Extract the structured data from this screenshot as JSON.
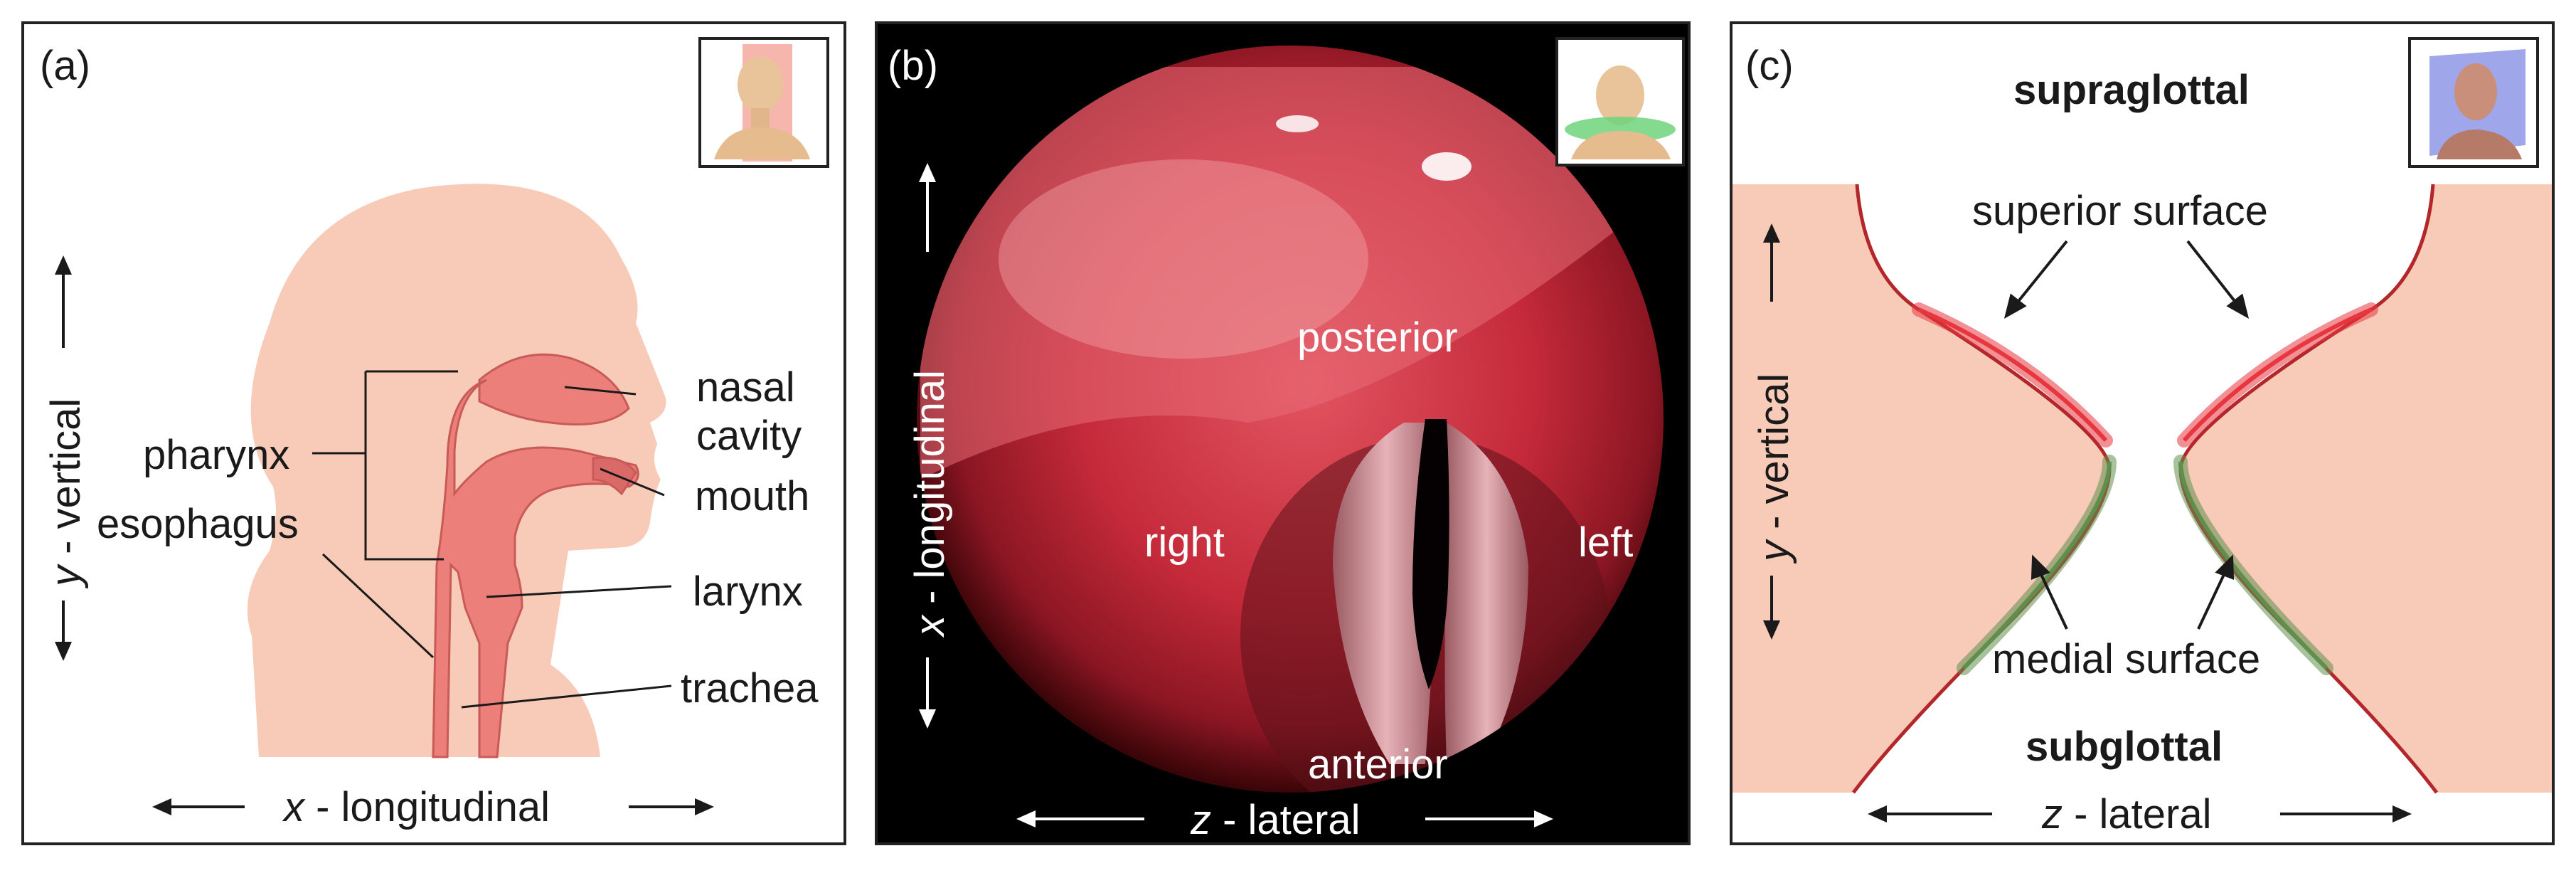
{
  "panel_a": {
    "letter": "(a)",
    "labels": {
      "nasal": "nasal",
      "cavity": "cavity",
      "pharynx": "pharynx",
      "mouth": "mouth",
      "esophagus": "esophagus",
      "larynx": "larynx",
      "trachea": "trachea"
    },
    "axis_y_var": "y",
    "axis_y_rest": " - vertical",
    "axis_x_var": "x",
    "axis_x_rest": " - longitudinal"
  },
  "panel_b": {
    "letter": "(b)",
    "labels": {
      "posterior": "posterior",
      "right": "right",
      "left": "left",
      "anterior": "anterior"
    },
    "axis_y_var": "x",
    "axis_y_rest": " - longitudinal",
    "axis_x_var": "z",
    "axis_x_rest": " - lateral"
  },
  "panel_c": {
    "letter": "(c)",
    "labels": {
      "supraglottal": "supraglottal",
      "superior_surface": "superior surface",
      "medial_surface": "medial surface",
      "subglottal": "subglottal"
    },
    "axis_y_var": "y",
    "axis_y_rest": " - vertical",
    "axis_x_var": "z",
    "axis_x_rest": " - lateral"
  },
  "colors": {
    "tissue": "#f8cbb8",
    "airway": "#ec7f7a",
    "airway_stroke": "#c85a57",
    "fold_edge": "#b3262a",
    "superior_highlight": "#e8363e",
    "medial_highlight": "#5f8f4c"
  }
}
